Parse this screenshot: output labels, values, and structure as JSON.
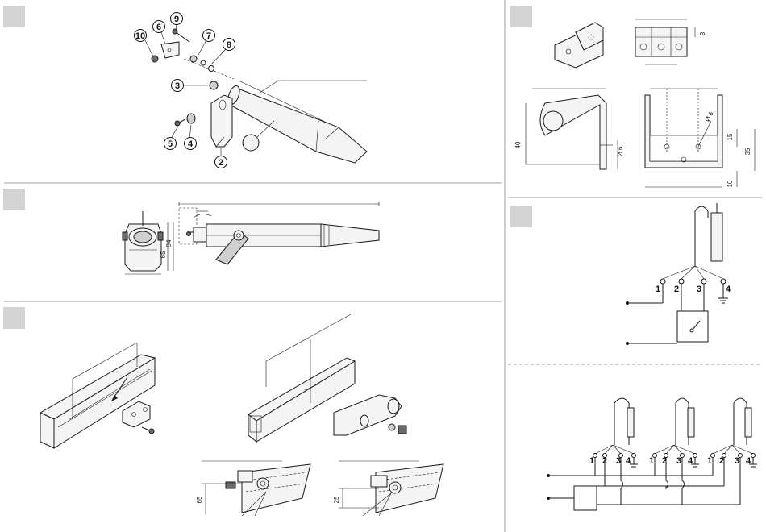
{
  "callouts": {
    "c9": "9",
    "c6": "6",
    "c10": "10",
    "c7": "7",
    "c8": "8",
    "c3": "3",
    "c5": "5",
    "c4": "4",
    "c2": "2"
  },
  "bracket_dims": {
    "d8": "8",
    "d40": "40",
    "d6a": "Ø 6",
    "d6b": "Ø 6",
    "d15": "15",
    "d35": "35",
    "d10": "10"
  },
  "side_dims": {
    "d94": "94",
    "d65": "65"
  },
  "mount_dims": {
    "d65": "65",
    "d25": "25"
  },
  "wiring_single": {
    "t1": "1",
    "t2": "2",
    "t3": "3",
    "t4": "4"
  },
  "wiring_triple": {
    "a1": "1",
    "a2": "2",
    "a3": "3",
    "a4": "4",
    "b1": "1",
    "b2": "2",
    "b3": "3",
    "b4": "4",
    "c1": "1",
    "c2": "2",
    "c3": "3",
    "c4": "4"
  },
  "colors": {
    "panel_marker": "#d4d4d4",
    "line": "#1a1a1a",
    "divider": "#bfbfbf"
  }
}
